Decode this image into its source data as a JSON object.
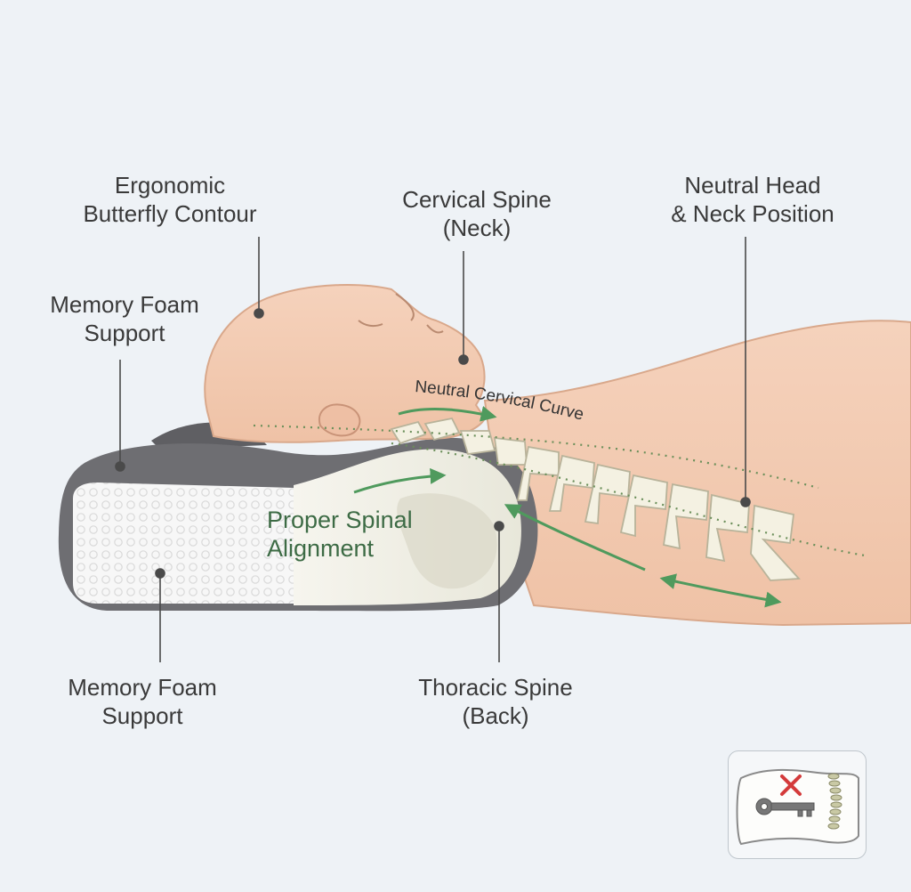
{
  "labels": {
    "ergonomic_contour": [
      "Ergonomic",
      "Butterfly Contour"
    ],
    "cervical_spine": [
      "Cervical Spine",
      "(Neck)"
    ],
    "neutral_head": [
      "Neutral Head",
      "& Neck Position"
    ],
    "memory_foam_top": [
      "Memory Foam",
      "Support"
    ],
    "memory_foam_bottom": [
      "Memory Foam",
      "Support"
    ],
    "thoracic_spine": [
      "Thoracic Spine",
      "(Back)"
    ]
  },
  "annotations": {
    "curve": "Neutral Cervical Curve",
    "alignment": [
      "Proper Spinal",
      "Alignment"
    ]
  },
  "colors": {
    "background": "#eef2f6",
    "skin": "#f3ccb3",
    "skin_outline": "#d9a88b",
    "pillow_dark": "#6e6e72",
    "pillow_light": "#f1f0e6",
    "foam_mesh": "#ebebeb",
    "bone": "#f4f1e2",
    "arrow_green": "#4f9a5d",
    "text": "#3a3a3a",
    "leader": "#4a4a4a"
  },
  "badge": {
    "icons": [
      "pillow-icon",
      "key-icon",
      "x-mark-icon",
      "spine-icon"
    ]
  }
}
